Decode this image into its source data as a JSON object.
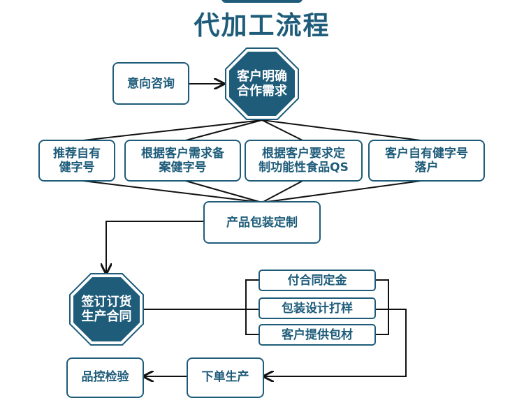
{
  "title": "代加工流程",
  "nodes": {
    "inquiry": "意向咨询",
    "clarify": "客户明确\n合作需求",
    "recommend": "推荐自有\n健字号",
    "custom_filing": "根据客户需求备\n案健字号",
    "qs_custom": "根据客户要求定\n制功能性食品QS",
    "own_brand": "客户自有健字号\n落户",
    "packaging": "产品包装定制",
    "sign_order": "签订订货\n生产合同",
    "deposit": "付合同定金",
    "design": "包装设计打样",
    "materials": "客户提供包材",
    "qc": "品控检验",
    "production": "下单生产"
  },
  "colors": {
    "primary": "#1e5c7a",
    "line": "#111111"
  }
}
